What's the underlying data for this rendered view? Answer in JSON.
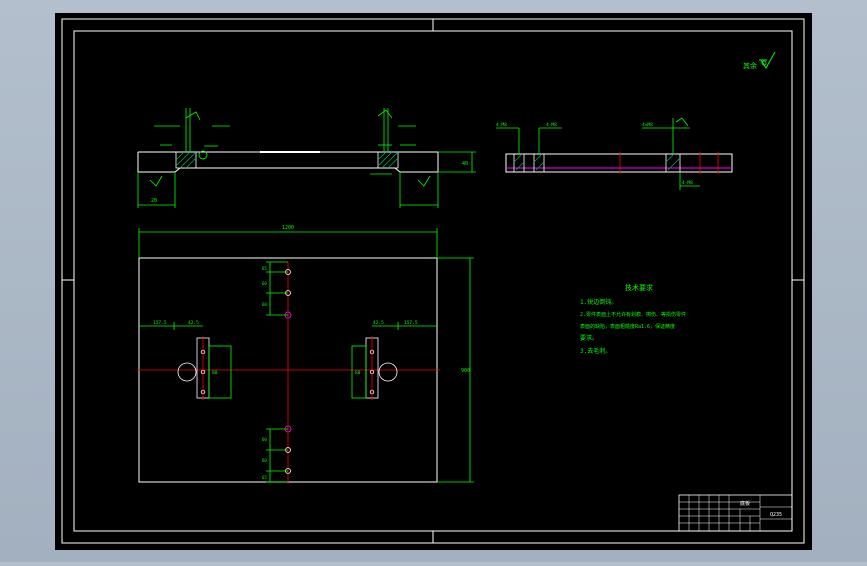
{
  "colors": {
    "background": "#000000",
    "frame": "#ffffff",
    "part": "#ffffff",
    "dimension": "#00ff00",
    "centerline": "#ff0000",
    "hidden": "#ff00ff",
    "hatch": "#00aa55",
    "outside": "#a9b6c4"
  },
  "annotations": {
    "roughness_note": "其余",
    "tech_requirements_title": "技术要求",
    "tech_requirements": [
      "1.锐边倒钝。",
      "2.零件表面上不允许有划痕、擦伤、等损伤零件",
      "表面的缺陷，表面粗糙度Ra1.6，保证精度",
      "要求。",
      "3.去毛刺。"
    ]
  },
  "dimensions": {
    "top_width": "1200",
    "right_height": "900",
    "left_offset_a": "157.5",
    "left_offset_b": "42.5",
    "right_offset_a": "42.5",
    "right_offset_b": "157.5",
    "slot_size_left": "80",
    "slot_size_right": "80",
    "upper_spacing": [
      "65",
      "60",
      "60"
    ],
    "lower_spacing": [
      "60",
      "60",
      "65"
    ],
    "section_thickness": "40",
    "section_depth": "20",
    "side_dim_a": "4-M8",
    "side_dim_b": "4-M8",
    "side_thread": "4×M8",
    "side_depth": "4-M8"
  },
  "title_block": {
    "part_name": "底板",
    "material": "Q235"
  }
}
